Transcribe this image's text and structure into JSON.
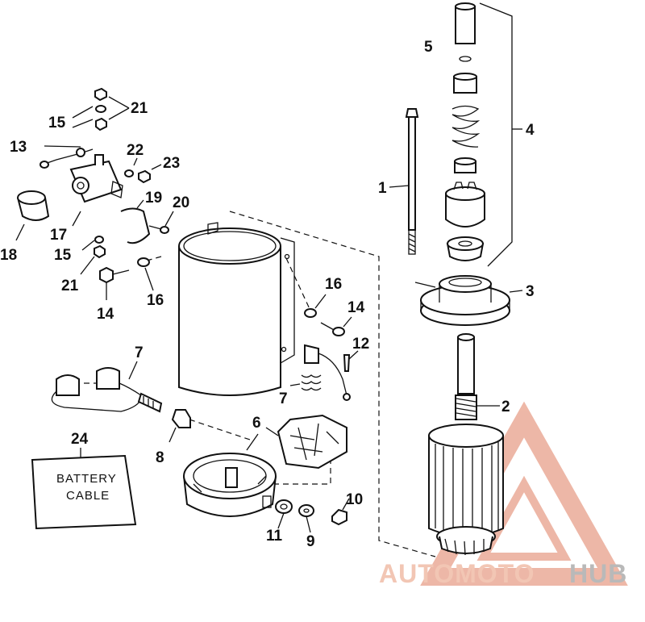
{
  "callouts": {
    "c1": "1",
    "c2": "2",
    "c3": "3",
    "c4": "4",
    "c5": "5",
    "c6": "6",
    "c7a": "7",
    "c7b": "7",
    "c8": "8",
    "c9": "9",
    "c10": "10",
    "c11": "11",
    "c12": "12",
    "c13": "13",
    "c14a": "14",
    "c14b": "14",
    "c15a": "15",
    "c15b": "15",
    "c16a": "16",
    "c16b": "16",
    "c17": "17",
    "c18": "18",
    "c19": "19",
    "c20": "20",
    "c21a": "21",
    "c21b": "21",
    "c22": "22",
    "c23": "23",
    "c24": "24"
  },
  "battery_label": {
    "line1": "BATTERY",
    "line2": "CABLE"
  },
  "watermark": {
    "part1": "AUTOMOTO",
    "part2": "HUB"
  },
  "colors": {
    "watermark_red": "#e8a08a",
    "watermark_gray": "#b9b9b9",
    "ink": "#111111"
  }
}
